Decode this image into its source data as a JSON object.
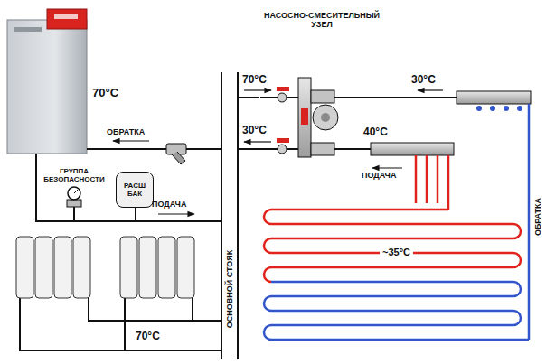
{
  "diagram": {
    "nodes": [
      {
        "text": [
          "70°C"
        ]
      },
      {
        "text": [
          "РАСШ БАК"
        ]
      },
      {
        "text": [
          "НАСОСНО-СМЕСИТЕЛЬНЫЙ УЗЕЛ"
        ]
      },
      {
        "text": [
          "ОСНОВНОЙ СТОЯК"
        ]
      }
    ],
    "edges": [
      {
        "from": 0,
        "to": 3,
        "arrow": "none"
      },
      {
        "from": 3,
        "to": 2,
        "arrow": "none"
      }
    ],
    "labels": [
      "70°C",
      "30°C",
      "30°C",
      "40°C",
      "ОБРАТКА",
      "ГРУППА БЕЗОПАСНОСТИ",
      "ПОДАЧА",
      "ПОДАЧА",
      "~35°C",
      "ОБРАТКА",
      "70°C"
    ]
  }
}
